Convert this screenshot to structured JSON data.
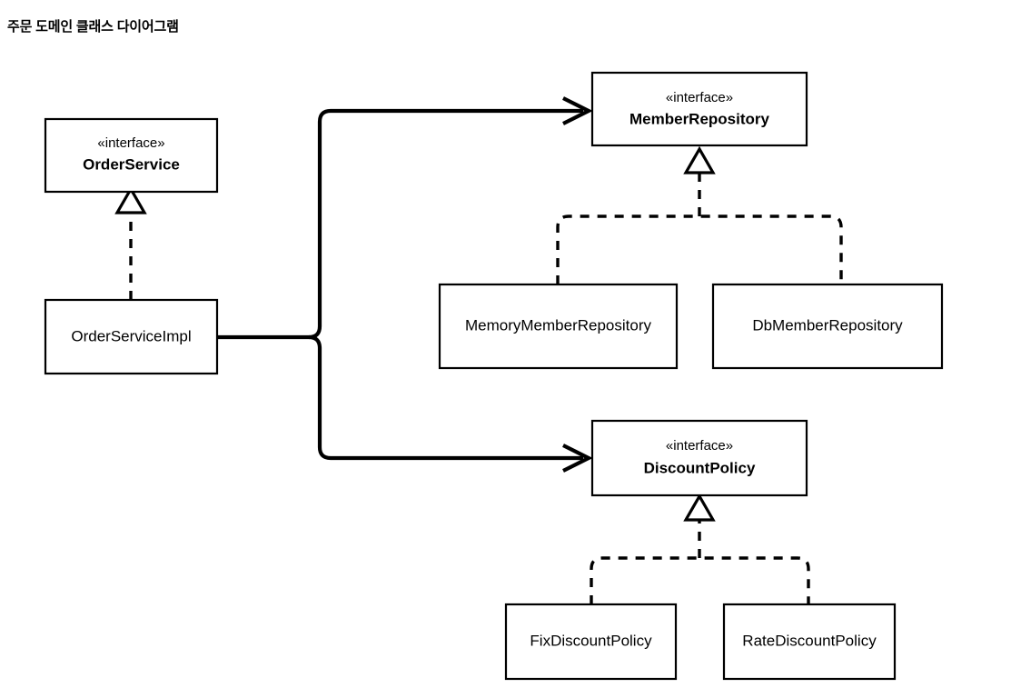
{
  "title": "주문 도메인 클래스 다이어그램",
  "diagram": {
    "kind": "uml-class-diagram",
    "classes": {
      "order_service": {
        "stereotype": "«interface»",
        "name": "OrderService",
        "is_interface": true
      },
      "order_service_impl": {
        "stereotype": "",
        "name": "OrderServiceImpl",
        "is_interface": false
      },
      "member_repository": {
        "stereotype": "«interface»",
        "name": "MemberRepository",
        "is_interface": true
      },
      "memory_member_repository": {
        "stereotype": "",
        "name": "MemoryMemberRepository",
        "is_interface": false
      },
      "db_member_repository": {
        "stereotype": "",
        "name": "DbMemberRepository",
        "is_interface": false
      },
      "discount_policy": {
        "stereotype": "«interface»",
        "name": "DiscountPolicy",
        "is_interface": true
      },
      "fix_discount_policy": {
        "stereotype": "",
        "name": "FixDiscountPolicy",
        "is_interface": false
      },
      "rate_discount_policy": {
        "stereotype": "",
        "name": "RateDiscountPolicy",
        "is_interface": false
      }
    },
    "relations": [
      {
        "type": "realization",
        "from": "OrderServiceImpl",
        "to": "OrderService"
      },
      {
        "type": "association",
        "from": "OrderServiceImpl",
        "to": "MemberRepository"
      },
      {
        "type": "association",
        "from": "OrderServiceImpl",
        "to": "DiscountPolicy"
      },
      {
        "type": "realization",
        "from": "MemoryMemberRepository",
        "to": "MemberRepository"
      },
      {
        "type": "realization",
        "from": "DbMemberRepository",
        "to": "MemberRepository"
      },
      {
        "type": "realization",
        "from": "FixDiscountPolicy",
        "to": "DiscountPolicy"
      },
      {
        "type": "realization",
        "from": "RateDiscountPolicy",
        "to": "DiscountPolicy"
      }
    ],
    "colors": {
      "background": "#ffffff",
      "stroke": "#000000",
      "fill": "#ffffff",
      "text": "#000000"
    }
  }
}
